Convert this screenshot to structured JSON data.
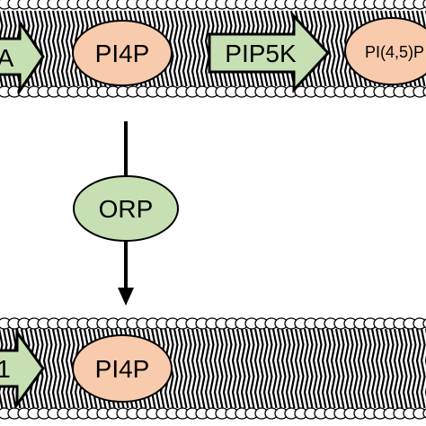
{
  "top_membrane": {
    "left_arrow_label": "A",
    "pi4p_label": "PI4P",
    "pip5k_label": "PIP5K",
    "pip2_label": "PI(4,5)P"
  },
  "transfer": {
    "orp_label": "ORP"
  },
  "bottom_membrane": {
    "left_arrow_label": "1",
    "pi4p_label": "PI4P"
  },
  "colors": {
    "arrow_fill": "#c6e0b4",
    "node_fill": "#f8cbad",
    "orp_fill": "#c6e0b4",
    "outline": "#000000",
    "lipid_head": "#ffffff"
  }
}
